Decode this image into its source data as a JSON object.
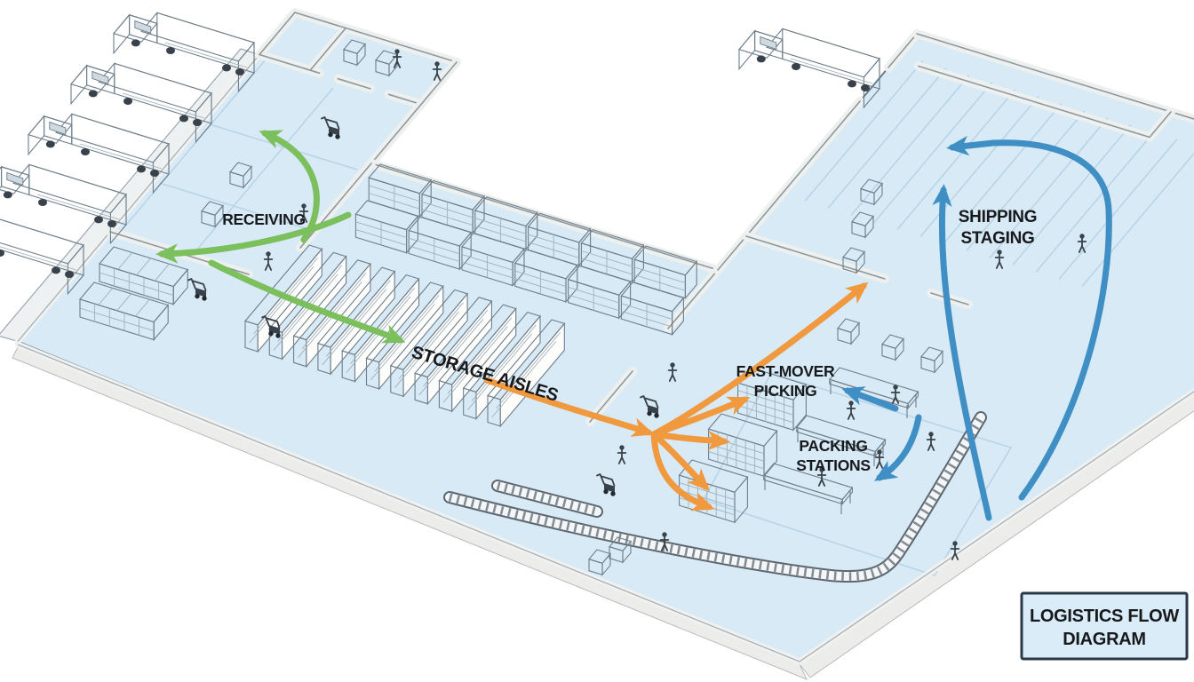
{
  "diagram": {
    "title_box": {
      "line1": "LOGISTICS FLOW",
      "line2": "DIAGRAM"
    },
    "labels": {
      "receiving": "RECEIVING",
      "storage": "STORAGE AISLES",
      "fast_mover_line1": "FAST-MOVER",
      "fast_mover_line2": "PICKING",
      "packing_line1": "PACKING",
      "packing_line2": "STATIONS",
      "shipping_line1": "SHIPPING",
      "shipping_line2": "STAGING"
    },
    "flows": [
      {
        "name": "receiving-flow",
        "color": "#7cbf5d"
      },
      {
        "name": "picking-flow",
        "color": "#f0993f"
      },
      {
        "name": "shipping-flow",
        "color": "#3f8fc5"
      }
    ],
    "counts": {
      "receiving_trucks": 5,
      "shipping_trucks": 1
    },
    "colors": {
      "floor": "#d8eaf6",
      "wall": "#eef0ee",
      "walledge": "#8b98a2",
      "outline": "#6e7e8a",
      "marking": "#b9d4e6",
      "facetop": "#fafbfa",
      "faceside": "#e4e8e7",
      "green": "#7cbf5d",
      "orange": "#f0993f",
      "blue": "#3f8fc5",
      "dark": "#39414a",
      "ink": "#17191c",
      "titlefill": "#d9ecf8",
      "titleborder": "#2b3946"
    }
  }
}
